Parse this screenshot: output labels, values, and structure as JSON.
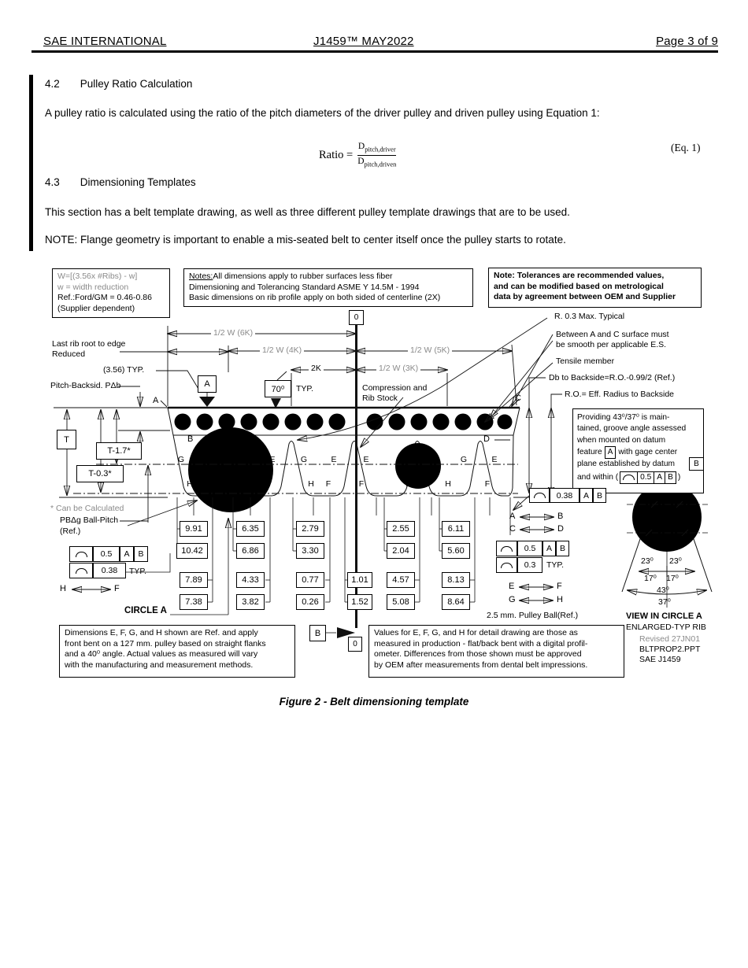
{
  "header": {
    "left": "SAE INTERNATIONAL",
    "center": "J1459™ MAY2022",
    "right": "Page 3 of 9"
  },
  "s42": {
    "num": "4.2",
    "title": "Pulley Ratio Calculation",
    "body": "A pulley ratio is calculated using the ratio of the pitch diameters of the driver pulley and driven pulley using Equation 1:"
  },
  "eq": {
    "lhs": "Ratio =",
    "num_base": "D",
    "num_sub": "pitch,driver",
    "den_base": "D",
    "den_sub": "pitch,driven",
    "tag": "(Eq. 1)"
  },
  "s43": {
    "num": "4.3",
    "title": "Dimensioning Templates",
    "body": "This section has a belt template drawing, as well as three different pulley template drawings that are to be used.",
    "note": "NOTE:  Flange geometry is important to enable a mis-seated belt to center itself once the pulley starts to rotate."
  },
  "fig": {
    "caption": "Figure 2 - Belt dimensioning template",
    "box_w": {
      "l1": "W=[(3.56x #Ribs) - w]",
      "l2": "w = width reduction",
      "l3": "Ref.:Ford/GM = 0.46-0.86",
      "l4": "(Supplier dependent)"
    },
    "box_notes": {
      "label": "Notes:",
      "l1": "All dimensions apply to rubber surfaces less fiber",
      "l2": "Dimensioning and Tolerancing Standard ASME Y 14.5M - 1994",
      "l3": "Basic dimensions on rib profile apply on both sided of centerline (2X)"
    },
    "box_tol": {
      "l1": "Note: Tolerances are recommended values,",
      "l2": "and can be modified based on metrological",
      "l3": "data by agreement between OEM and Supplier"
    },
    "callouts": {
      "r03": "R. 0.3 Max. Typical",
      "ac1": "Between A and C surface must",
      "ac2": "be smooth per applicable E.S.",
      "tensile": "Tensile member",
      "db": "Db to Backside=R.O.-0.99/2 (Ref.)",
      "ro": "R.O.= Eff. Radius to Backside"
    },
    "providing": {
      "l1": "Providing 43⁰/37⁰ is main-",
      "l2": "tained, groove angle assessed",
      "l3": "when mounted on datum",
      "l4a": "feature",
      "l4b": "with gage center",
      "l5a": "plane established by datum",
      "l6a": "and within (",
      "l6b": ")"
    },
    "left": {
      "lastrib1": "Last rib root to edge",
      "lastrib2": "Reduced",
      "pitch356": "(3.56) TYP.",
      "pitchback": "Pitch-Backsid. PΔb",
      "cancalc": "* Can be Calculated",
      "pbg": "PBΔg Ball-Pitch",
      "pbgref": "(Ref.)"
    },
    "dims": {
      "w6k": "1/2 W (6K)",
      "w4k": "1/2 W (4K)",
      "w5k": "1/2 W (5K)",
      "w3k": "1/2 W (3K)",
      "k2": "2K",
      "deg70": "70⁰",
      "typ": "TYP.",
      "compr1": "Compression and",
      "compr2": "Rib Stock"
    },
    "letters": {
      "a": "A",
      "b": "B",
      "c": "C",
      "d": "D",
      "e": "E",
      "f": "F",
      "g": "G",
      "h": "H",
      "t": "T",
      "t17": "T-1.7*",
      "t03": "T-0.3*",
      "zero": "0"
    },
    "fcf": {
      "sym": "⌒",
      "v05": "0.5",
      "v038": "0.38",
      "v03": "0.3",
      "typ": "TYP.",
      "da": "A",
      "db": "B"
    },
    "values": {
      "c1": [
        "9.91",
        "10.42",
        "7.89",
        "7.38"
      ],
      "c2": [
        "6.35",
        "6.86",
        "4.33",
        "3.82"
      ],
      "c3": [
        "2.79",
        "3.30",
        "0.77",
        "0.26"
      ],
      "c4": [
        "1.01",
        "1.52"
      ],
      "c5": [
        "2.55",
        "2.04",
        "4.57",
        "5.08"
      ],
      "c6": [
        "6.11",
        "5.60",
        "8.13",
        "8.64"
      ]
    },
    "circlea": "CIRCLE A",
    "pulleyball": "2.5 mm. Pulley Ball(Ref.)",
    "box_ref": {
      "l1": "Dimensions E, F, G, and H  shown are Ref. and apply",
      "l2": "front bent on a 127 mm. pulley based on straight flanks",
      "l3": "and a 40⁰ angle.  Actual values as measured will vary",
      "l4": "with the manufacturing and measurement methods."
    },
    "box_val": {
      "l1": "Values for E, F, G, and H  for detail drawing are those as",
      "l2": "measured in production - flat/back bent with a digital profil-",
      "l3": "ometer.  Differences from those shown must be approved",
      "l4": "by OEM after measurements from dental belt impressions."
    },
    "view": {
      "title": "VIEW IN CIRCLE A",
      "sub": "ENLARGED-TYP RIB",
      "a23": "23⁰",
      "a17": "17⁰",
      "a43": "43⁰",
      "a37": "37⁰"
    },
    "rev": {
      "l1": "Revised 27JN01",
      "l2": "BLTPROP2.PPT",
      "l3": "SAE J1459"
    }
  }
}
